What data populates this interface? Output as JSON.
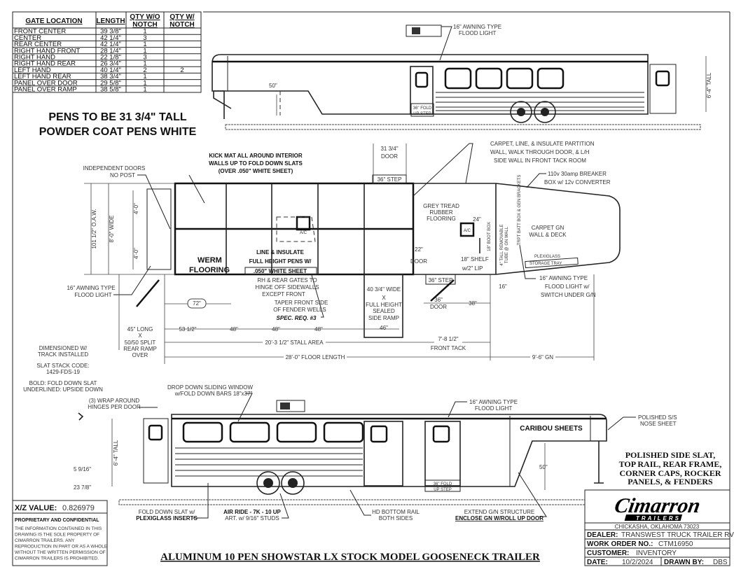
{
  "gate_table": {
    "headers": [
      "GATE LOCATION",
      "LENGTH",
      "QTY W/O",
      "NOTCH",
      "QTY W/",
      "NOTCH"
    ],
    "rows": [
      [
        "FRONT CENTER",
        "39 3/8\"",
        "1",
        ""
      ],
      [
        "CENTER",
        "42 1/4\"",
        "3",
        ""
      ],
      [
        "REAR CENTER",
        "42 1/4\"",
        "1",
        ""
      ],
      [
        "RIGHT HAND FRONT",
        "28 1/4\"",
        "1",
        ""
      ],
      [
        "RIGHT HAND",
        "22 1/8\"",
        "3",
        ""
      ],
      [
        "RIGHT HAND REAR",
        "26 3/4\"",
        "1",
        ""
      ],
      [
        "LEFT HAND",
        "40 1/4\"",
        "2",
        "2"
      ],
      [
        "LEFT HAND REAR",
        "38 3/4\"",
        "1",
        ""
      ],
      [
        "PANEL OVER DOOR",
        "29 5/8\"",
        "1",
        ""
      ],
      [
        "PANEL OVER RAMP",
        "38 5/8\"",
        "1",
        ""
      ]
    ]
  },
  "notes": {
    "pens_tall": "PENS TO BE 31 3/4\" TALL",
    "powder_coat": "POWDER COAT PENS WHITE"
  },
  "top_view": {
    "awning_1": "16\" AWNING TYPE",
    "awning_2": "FLOOD LIGHT",
    "dim_50": "50\"",
    "step_1": "36\" FOLD",
    "step_2": "UP STEP",
    "tall": "6'-4\" TALL"
  },
  "plan_view": {
    "kick_1": "KICK MAT ALL AROUND INTERIOR",
    "kick_2": "WALLS UP TO FOLD DOWN SLATS",
    "kick_3": "(OVER .050\" WHITE SHEET)",
    "indep_1": "INDEPENDENT DOORS",
    "indep_2": "NO POST",
    "oaw": "101 1/2\" O.A.W.",
    "wide": "8'-0\" WIDE",
    "four_a": "4'-0\"",
    "four_b": "4'-0\"",
    "werm_1": "WERM",
    "werm_2": "FLOORING",
    "line_1": "LINE & INSULATE",
    "line_2": "FULL HEIGHT PENS W/",
    "line_3": ".050\" WHITE SHEET",
    "ac_1": "A/C",
    "ac_2": "A/C",
    "door_w": "31 3/4\"",
    "door_lbl": "DOOR",
    "step_top": "36\" STEP",
    "carpet_1": "CARPET, LINE, & INSULATE PARTITION",
    "carpet_2": "WALL, WALK THROUGH DOOR, & L/H",
    "carpet_3": "SIDE WALL IN FRONT TACK ROOM",
    "breaker_1": "110v 30amp BREAKER",
    "breaker_2": "BOX w/ 12v CONVERTER",
    "grey_1": "GREY TREAD",
    "grey_2": "RUBBER",
    "grey_3": "FLOORING",
    "gn_1": "CARPET GN",
    "gn_2": "WALL & DECK",
    "d24": "24\"",
    "boot": "18\" BOOT BOX",
    "tube_1": "4\" TALL REMOVABLE",
    "tube_2": "TUBE @ GN WALL",
    "batt": "TRPT BATT BOX & GEN BRACKETS",
    "d22": "22\"",
    "door22": "DOOR",
    "shelf_1": "18\" SHELF",
    "shelf_2": "w/2\" LIP",
    "plexi_1": "PLEXIGLASS",
    "plexi_2": "STORAGE TRAY",
    "step_bot": "36\" STEP",
    "d16": "16\"",
    "flood_1": "16\" AWNING TYPE",
    "flood_2": "FLOOD LIGHT w/",
    "flood_3": "SWITCH UNDER G/N",
    "d36": "36\"",
    "door36": "DOOR",
    "d38": "38\"",
    "ramp_1": "40 3/4\" WIDE",
    "ramp_2": "X",
    "ramp_3": "FULL HEIGHT",
    "ramp_4": "SEALED",
    "ramp_5": "SIDE RAMP",
    "d46": "46\"",
    "rh_1": "RH & REAR GATES TO",
    "rh_2": "HINGE OFF SIDEWALLS",
    "rh_3": "EXCEPT FRONT",
    "taper_1": "TAPER FRONT SIDE",
    "taper_2": "OF FENDER WELLS",
    "spec": "SPEC. REQ. #3",
    "awn_l1": "16\" AWNING TYPE",
    "awn_l2": "FLOOD LIGHT",
    "d72": "72\"",
    "d53": "53 1/2\"",
    "d48a": "48\"",
    "d48b": "48\"",
    "d48c": "48\"",
    "rr_1": "45\" LONG",
    "rr_2": "X",
    "rr_3": "50/50 SPLIT",
    "rr_4": "REAR RAMP",
    "rr_5": "OVER",
    "stall": "20'-3 1/2\" STALL AREA",
    "floor": "28'-0\" FLOOR LENGTH",
    "tack_1": "7'-8 1/2\"",
    "tack_2": "FRONT TACK",
    "gn": "9'-6\" GN"
  },
  "legend": {
    "dim_1": "DIMENSIONED W/",
    "dim_2": "TRACK INSTALLED",
    "slat_1": "SLAT STACK CODE:",
    "slat_2": "1429-FDS-19",
    "bold": "BOLD: FOLD DOWN SLAT",
    "under": "UNDERLINED: UPSIDE DOWN"
  },
  "side_view": {
    "drop_1": "DROP DOWN SLIDING WINDOW",
    "drop_2": "w/FOLD DOWN BARS 18\"x37\"",
    "wrap_1": "(3) WRAP AROUND",
    "wrap_2": "HINGES PER DOOR",
    "awn_1": "16\" AWNING TYPE",
    "awn_2": "FLOOD LIGHT",
    "nose_1": "POLISHED S/S",
    "nose_2": "NOSE SHEET",
    "caribou": "CARIBOU SHEETS",
    "tall": "6'-4\" TALL",
    "d5": "5 9/16\"",
    "d23": "23 7/8\"",
    "d50": "50\"",
    "step_1": "36\" FOLD",
    "step_2": "UP STEP",
    "pol_1": "POLISHED SIDE SLAT,",
    "pol_2": "TOP RAIL, REAR FRAME,",
    "pol_3": "CORNER CAPS, ROCKER",
    "pol_4": "PANELS, & FENDERS",
    "fold_1": "FOLD DOWN SLAT w/",
    "fold_2": "PLEXIGLASS INSERTS",
    "air_1": "AIR RIDE - 7K - 10 UP",
    "air_2": "ART. w/ 9/16\" STUDS",
    "hd_1": "HD BOTTOM RAIL",
    "hd_2": "BOTH SIDES",
    "ext_1": "EXTEND G/N STRUCTURE",
    "ext_2": "ENCLOSE GN W/ROLL UP DOOR"
  },
  "confidential": {
    "xz_label": "X/Z VALUE:",
    "xz_value": "0.826979",
    "heading": "PROPRIETARY AND CONFIDENTIAL",
    "lines": [
      "THE INFORMATION CONTAINED IN THIS",
      "DRAWING IS THE SOLE PROPERTY OF",
      "CIMARRON TRAILERS.  ANY",
      "REPRODUCTION IN PART OR AS A WHOLE",
      "WITHOUT THE WRITTEN PERMISSION OF",
      "CIMARRON TRAILERS IS PROHIBITED."
    ]
  },
  "title_block": {
    "logo_main": "Cimarron",
    "logo_sub": "TRAILERS",
    "address": "CHICKASHA, OKLAHOMA 73023",
    "dealer_label": "DEALER:",
    "dealer": "TRANSWEST TRUCK TRAILER RV",
    "wo_label": "WORK ORDER NO.:",
    "wo": "CTM16950",
    "customer_label": "CUSTOMER:",
    "customer": "INVENTORY",
    "date_label": "DATE:",
    "date": "10/2/2024",
    "drawn_label": "DRAWN BY:",
    "drawn": "DBS"
  },
  "drawing_title": "ALUMINUM 10 PEN SHOWSTAR LX STOCK MODEL GOOSENECK TRAILER"
}
